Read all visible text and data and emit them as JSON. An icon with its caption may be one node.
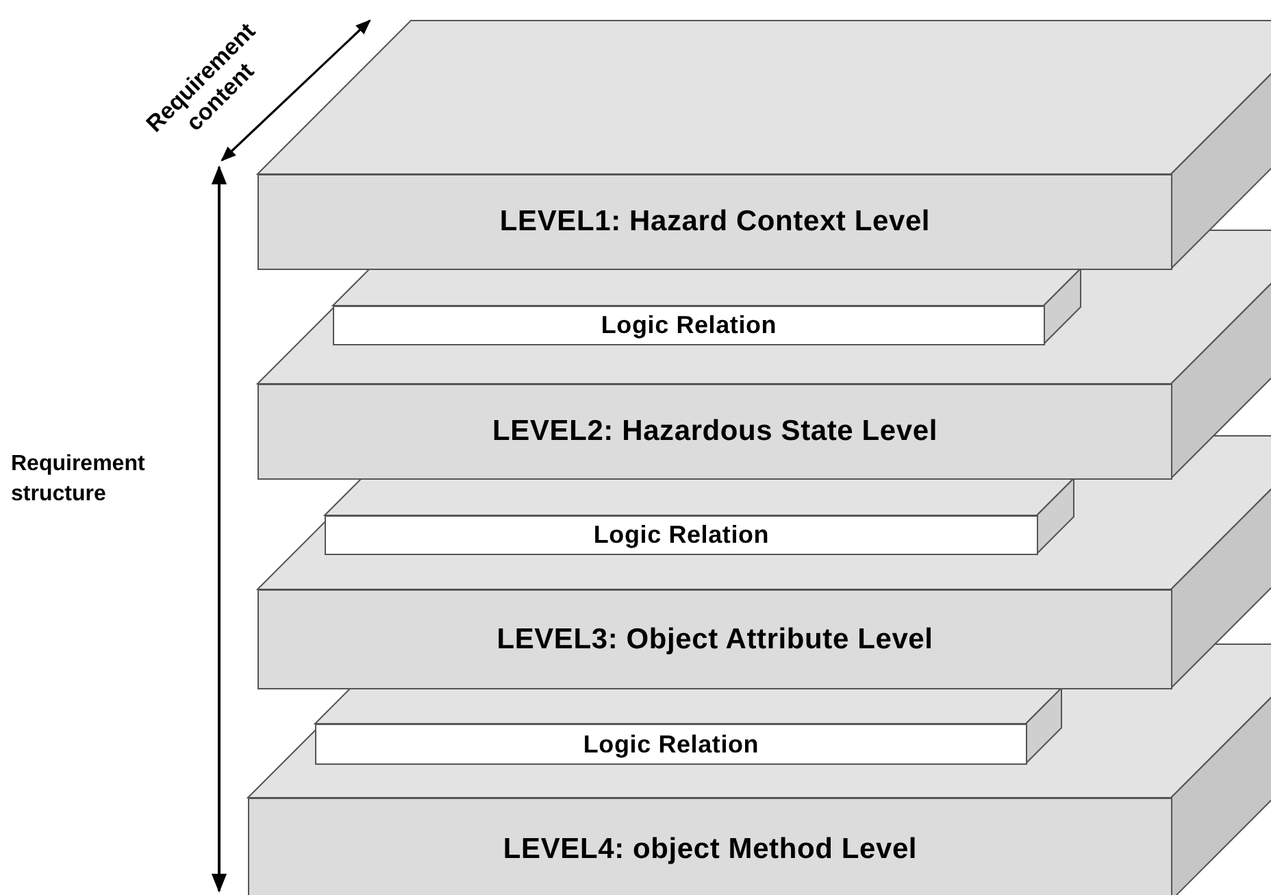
{
  "diagram": {
    "nodes": [
      {
        "text": [
          "LEVEL1: Hazard Context Level"
        ]
      },
      {
        "text": [
          "Logic Relation"
        ]
      },
      {
        "text": [
          "LEVEL2: Hazardous State Level"
        ]
      },
      {
        "text": [
          "Logic Relation"
        ]
      },
      {
        "text": [
          "LEVEL3: Object Attribute Level"
        ]
      },
      {
        "text": [
          "Logic Relation"
        ]
      },
      {
        "text": [
          "LEVEL4: object Method Level"
        ]
      }
    ],
    "labels": [
      "Requirement content",
      "Requirement structure"
    ]
  }
}
